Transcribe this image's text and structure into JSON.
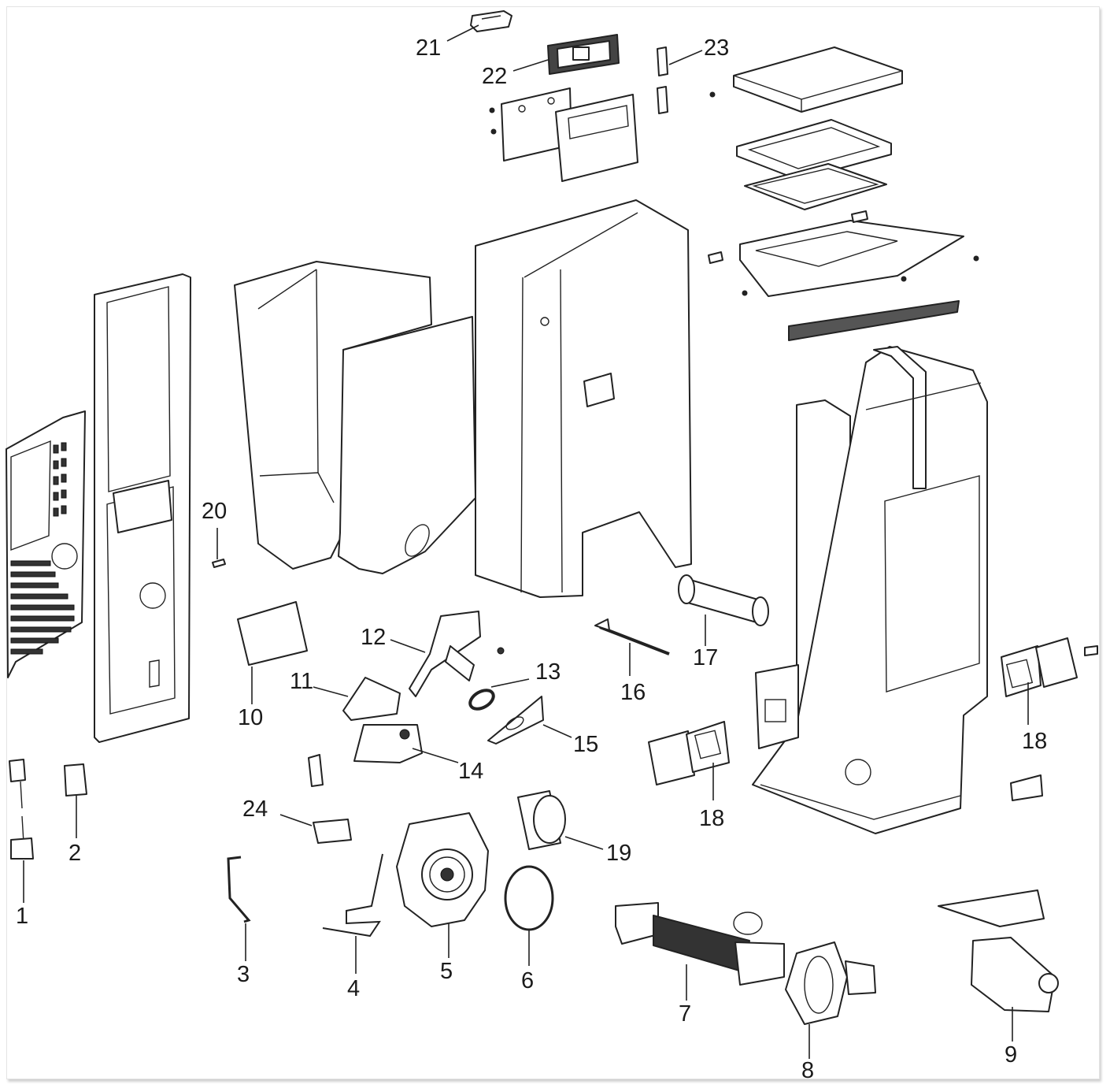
{
  "diagram": {
    "title": "Exploded parts diagram",
    "labels": [
      {
        "id": "1",
        "text": "1"
      },
      {
        "id": "2",
        "text": "2"
      },
      {
        "id": "3",
        "text": "3"
      },
      {
        "id": "4",
        "text": "4"
      },
      {
        "id": "5",
        "text": "5"
      },
      {
        "id": "6",
        "text": "6"
      },
      {
        "id": "7",
        "text": "7"
      },
      {
        "id": "8",
        "text": "8"
      },
      {
        "id": "9",
        "text": "9"
      },
      {
        "id": "10",
        "text": "10"
      },
      {
        "id": "11",
        "text": "11"
      },
      {
        "id": "12",
        "text": "12"
      },
      {
        "id": "13",
        "text": "13"
      },
      {
        "id": "14",
        "text": "14"
      },
      {
        "id": "15",
        "text": "15"
      },
      {
        "id": "16",
        "text": "16"
      },
      {
        "id": "17",
        "text": "17"
      },
      {
        "id": "18a",
        "text": "18"
      },
      {
        "id": "18b",
        "text": "18"
      },
      {
        "id": "19",
        "text": "19"
      },
      {
        "id": "20",
        "text": "20"
      },
      {
        "id": "21",
        "text": "21"
      },
      {
        "id": "22",
        "text": "22"
      },
      {
        "id": "23",
        "text": "23"
      },
      {
        "id": "24",
        "text": "24"
      }
    ]
  }
}
